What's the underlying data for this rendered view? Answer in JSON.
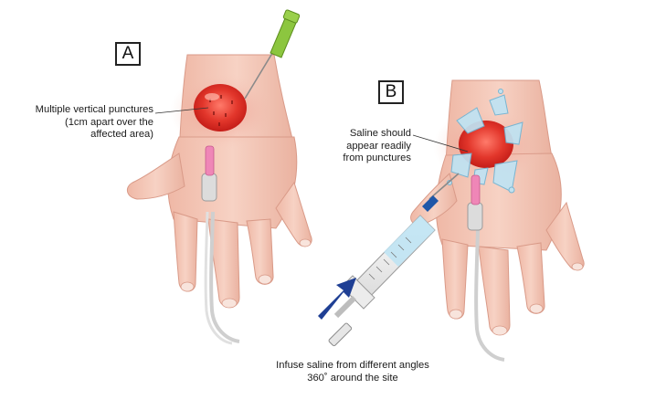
{
  "panels": {
    "a": {
      "label": "A",
      "annotation": [
        "Multiple vertical punctures",
        "(1cm apart over the",
        "affected area)"
      ]
    },
    "b": {
      "label": "B",
      "annotation": [
        "Saline should",
        "appear readily",
        "from punctures"
      ],
      "caption": [
        "Infuse saline from different angles",
        "360˚ around the site"
      ]
    }
  },
  "colors": {
    "skin": "#f4c7b8",
    "skin_shadow": "#e3a595",
    "lesion": "#d8261f",
    "needle_hub": "#8cc63f",
    "catheter_pink": "#ef86b7",
    "saline": "#bfe3f3",
    "arrow": "#1f3f94"
  }
}
